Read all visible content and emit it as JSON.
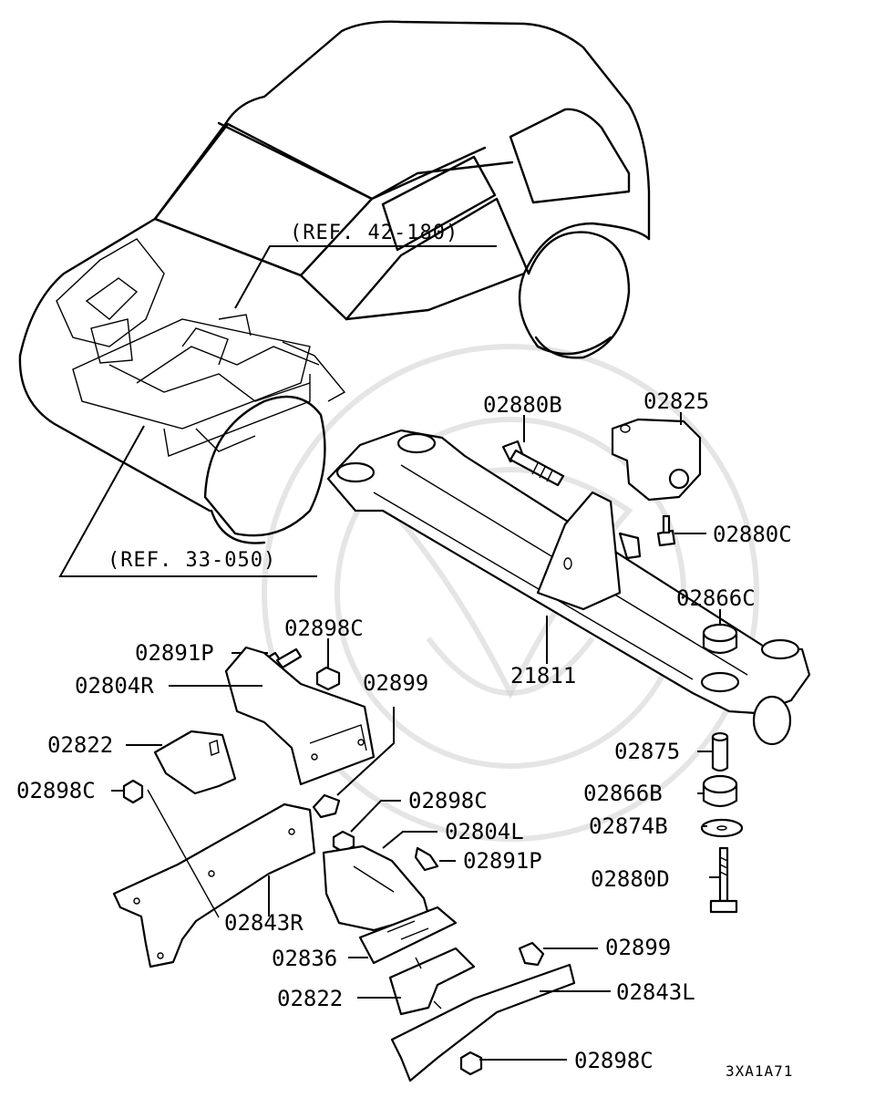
{
  "diagram": {
    "refs": {
      "ref_upper": "(REF. 42-180)",
      "ref_lower": "(REF. 33-050)"
    },
    "parts": {
      "p02880B": "02880B",
      "p02825": "02825",
      "p02880C": "02880C",
      "p02866C": "02866C",
      "p21811": "21811",
      "p02898C_a": "02898C",
      "p02891P_a": "02891P",
      "p02804R": "02804R",
      "p02899_a": "02899",
      "p02822_a": "02822",
      "p02898C_b": "02898C",
      "p02875": "02875",
      "p02866B": "02866B",
      "p02874B": "02874B",
      "p02898C_c": "02898C",
      "p02804L": "02804L",
      "p02891P_b": "02891P",
      "p02880D": "02880D",
      "p02843R": "02843R",
      "p02836": "02836",
      "p02899_b": "02899",
      "p02822_b": "02822",
      "p02843L": "02843L",
      "p02898C_d": "02898C"
    },
    "drawing_code": "3XA1A71"
  }
}
